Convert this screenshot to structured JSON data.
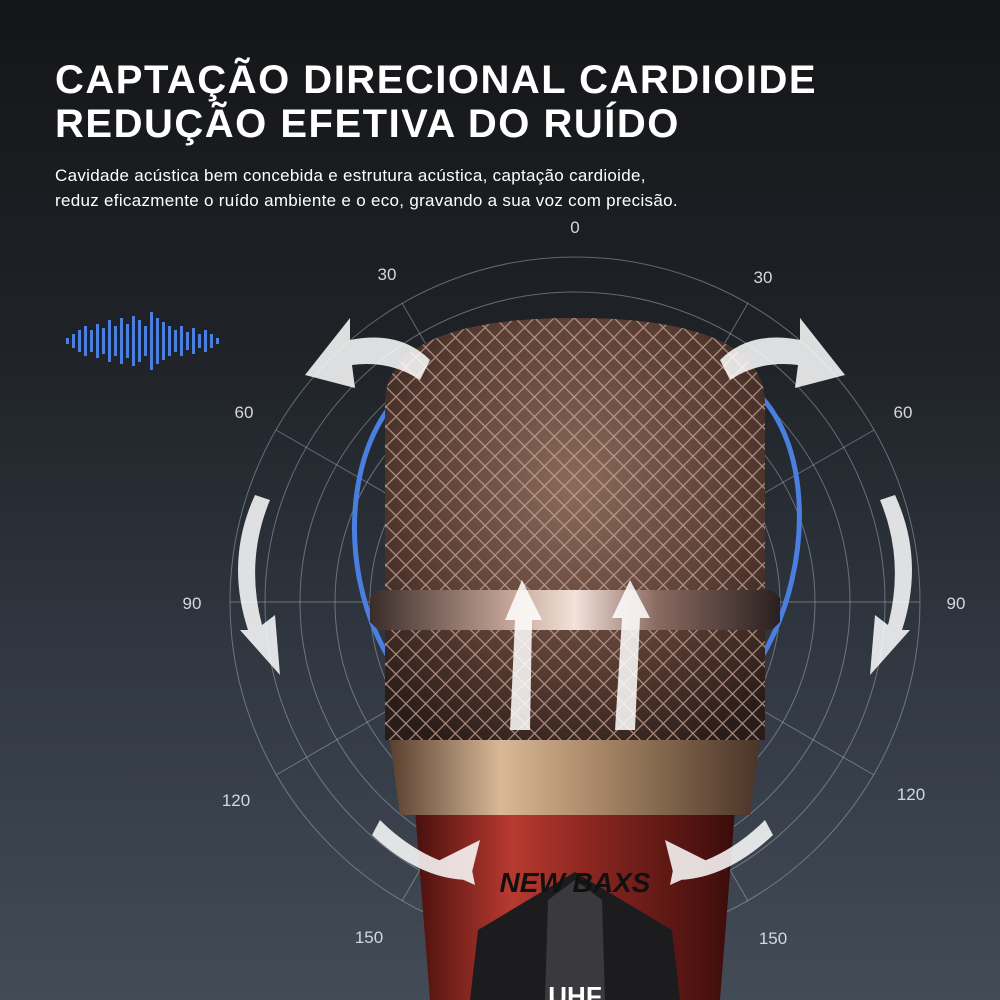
{
  "headline": {
    "line1": "CAPTAÇÃO DIRECIONAL CARDIOIDE",
    "line2": "REDUÇÃO EFETIVA DO RUÍDO"
  },
  "description": {
    "line1": "Cavidade acústica bem concebida e estrutura acústica, captação cardioide,",
    "line2": "reduz eficazmente o ruído ambiente e o eco, gravando a sua voz com precisão."
  },
  "polar_labels": {
    "top": "0",
    "left30": "30",
    "right30": "30",
    "left60": "60",
    "right60": "60",
    "left90": "90",
    "right90": "90",
    "left120": "120",
    "right120": "120",
    "left150": "150",
    "right150": "150"
  },
  "product": {
    "brand": "NEW BAXS",
    "badge": "UHF"
  },
  "colors": {
    "pattern_blue": "#4a7fe0",
    "body_red": "#9c2a22",
    "collar_gold": "#b08c6a"
  },
  "icons": [
    "sound-wave-icon",
    "arrow-icon"
  ]
}
